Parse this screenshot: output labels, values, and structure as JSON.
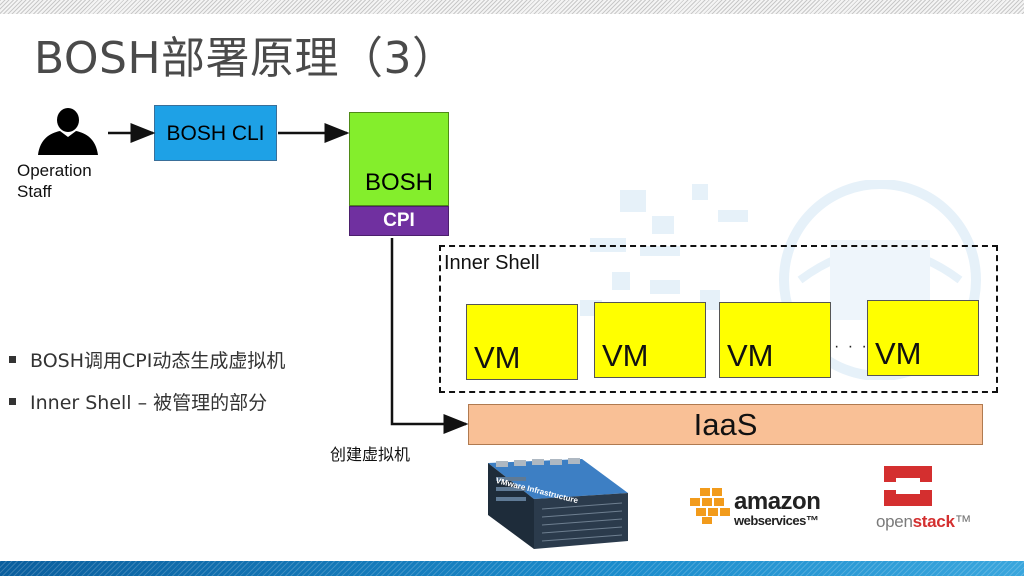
{
  "title": "BOSH部署原理（3）",
  "operator": {
    "label_line1": "Operation",
    "label_line2": "Staff",
    "icon": "person-silhouette-icon"
  },
  "nodes": {
    "bosh_cli": "BOSH CLI",
    "bosh": "BOSH",
    "cpi": "CPI",
    "inner_shell": "Inner Shell",
    "vms": [
      "VM",
      "VM",
      "VM",
      "VM"
    ],
    "ellipsis": "· · ·",
    "iaas": "IaaS"
  },
  "edge_labels": {
    "create_vm": "创建虚拟机"
  },
  "bullets": [
    "BOSH调用CPI动态生成虚拟机",
    "Inner Shell – 被管理的部分"
  ],
  "logos": {
    "vmware": "VMware Infrastructure",
    "aws_main": "amazon",
    "aws_sub": "webservices",
    "aws_tm": "™",
    "openstack_a": "open",
    "openstack_b": "stack",
    "openstack_tm": "™"
  },
  "colors": {
    "bosh_cli": "#1ea1e6",
    "bosh": "#84ee2c",
    "cpi": "#7030a0",
    "vm": "#ffff00",
    "iaas": "#f9c096",
    "bottom_bar": "#1b8ccc"
  }
}
